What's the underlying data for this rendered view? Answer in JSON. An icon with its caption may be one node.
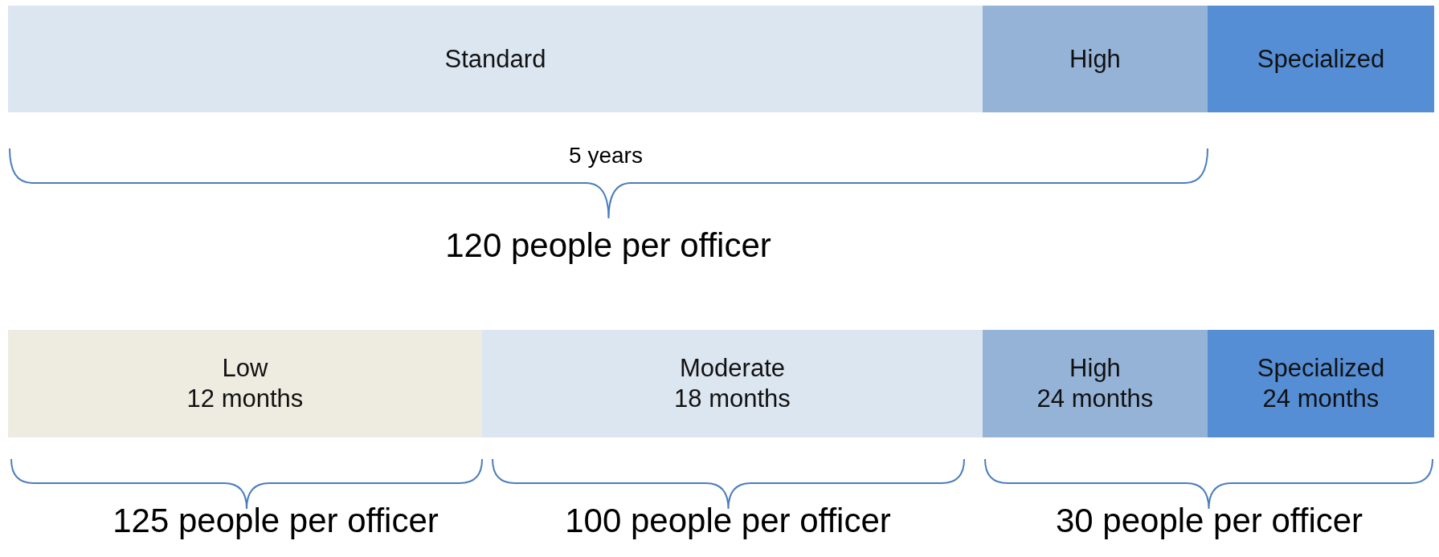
{
  "diagram": {
    "nodes": [
      {
        "text": [
          "Standard"
        ]
      },
      {
        "text": [
          "High"
        ]
      },
      {
        "text": [
          "Specialized"
        ]
      },
      {
        "text": [
          "Low",
          "12 months"
        ]
      },
      {
        "text": [
          "Moderate",
          "18 months"
        ]
      },
      {
        "text": [
          "High",
          "24 months"
        ]
      },
      {
        "text": [
          "Specialized",
          "24 months"
        ]
      }
    ],
    "labels": [
      "5 years",
      "120 people per officer",
      "125 people per officer",
      "100 people per officer",
      "30 people per officer"
    ]
  }
}
